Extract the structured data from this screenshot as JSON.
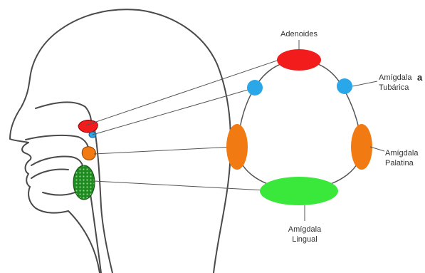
{
  "labels": {
    "adenoides": "Adenoides",
    "tubarica_line1": "Amígdala",
    "tubarica_marker": "a",
    "tubarica_line2": "Tubárica",
    "palatina_line1": "Amígdala",
    "palatina_line2": "Palatina",
    "lingual_line1": "Amígdala",
    "lingual_line2": "Lingual"
  },
  "colors": {
    "adenoides": "#f21c1c",
    "tubarica": "#2aa7e8",
    "palatina": "#f27a12",
    "lingual": "#39e83a",
    "lingual_head": "#1f8a1f",
    "outline": "#4a4a4a"
  }
}
